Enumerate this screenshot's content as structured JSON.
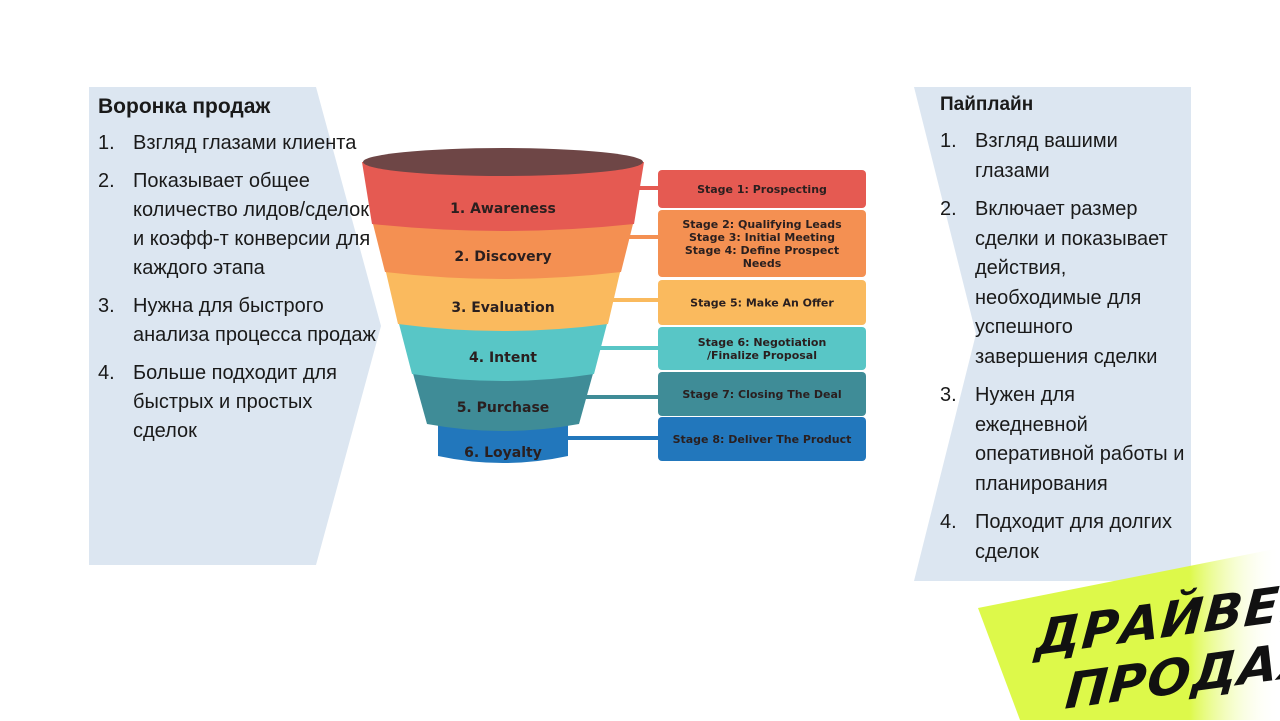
{
  "left_panel": {
    "title": "Воронка продаж",
    "items": [
      {
        "num": "1.",
        "text": "Взгляд глазами клиента"
      },
      {
        "num": "2.",
        "text": "Показывает общее количество лидов/сделок и коэфф-т конверсии для каждого этапа"
      },
      {
        "num": "3.",
        "text": "Нужна для быстрого анализа процесса продаж"
      },
      {
        "num": "4.",
        "text": "Больше подходит для быстрых и простых сделок"
      }
    ]
  },
  "right_panel": {
    "title": "Пайплайн",
    "items": [
      {
        "num": "1.",
        "text": "Взгляд вашими глазами"
      },
      {
        "num": "2.",
        "text": "Включает размер сделки и показывает действия, необходимые для успешного завершения сделки"
      },
      {
        "num": "3.",
        "text": "Нужен для ежедневной оперативной работы и планирования"
      },
      {
        "num": "4.",
        "text": "Подходит для долгих сделок"
      }
    ]
  },
  "funnel": {
    "stages": [
      {
        "label": "1. Awareness",
        "color": "#E55A52"
      },
      {
        "label": "2. Discovery",
        "color": "#F49052"
      },
      {
        "label": "3. Evaluation",
        "color": "#FABA5E"
      },
      {
        "label": "4. Intent",
        "color": "#58C6C6"
      },
      {
        "label": "5. Purchase",
        "color": "#3F8C97"
      },
      {
        "label": "6. Loyalty",
        "color": "#2277BC"
      }
    ],
    "top_color": "#6E4646"
  },
  "pipeline": {
    "boxes": [
      {
        "lines": [
          "Stage 1: Prospecting"
        ],
        "color": "#E55A52"
      },
      {
        "lines": [
          "Stage 2: Qualifying Leads",
          "Stage  3:  Initial  Meeting",
          "Stage 4: Define Prospect",
          "Needs"
        ],
        "color": "#F49052"
      },
      {
        "lines": [
          "Stage 5: Make An Offer"
        ],
        "color": "#FABA5E"
      },
      {
        "lines": [
          "Stage 6: Negotiation",
          "/Finalize Proposal"
        ],
        "color": "#58C6C6"
      },
      {
        "lines": [
          "Stage 7: Closing The Deal"
        ],
        "color": "#3F8C97"
      },
      {
        "lines": [
          "Stage 8: Deliver The Product"
        ],
        "color": "#2277BC"
      }
    ]
  },
  "logo": {
    "line1": "ДРАЙВЕР",
    "line2": "ПРОДАЖ",
    "color": "#DDF94A"
  },
  "colors": {
    "panel_bg": "#DCE6F1"
  }
}
